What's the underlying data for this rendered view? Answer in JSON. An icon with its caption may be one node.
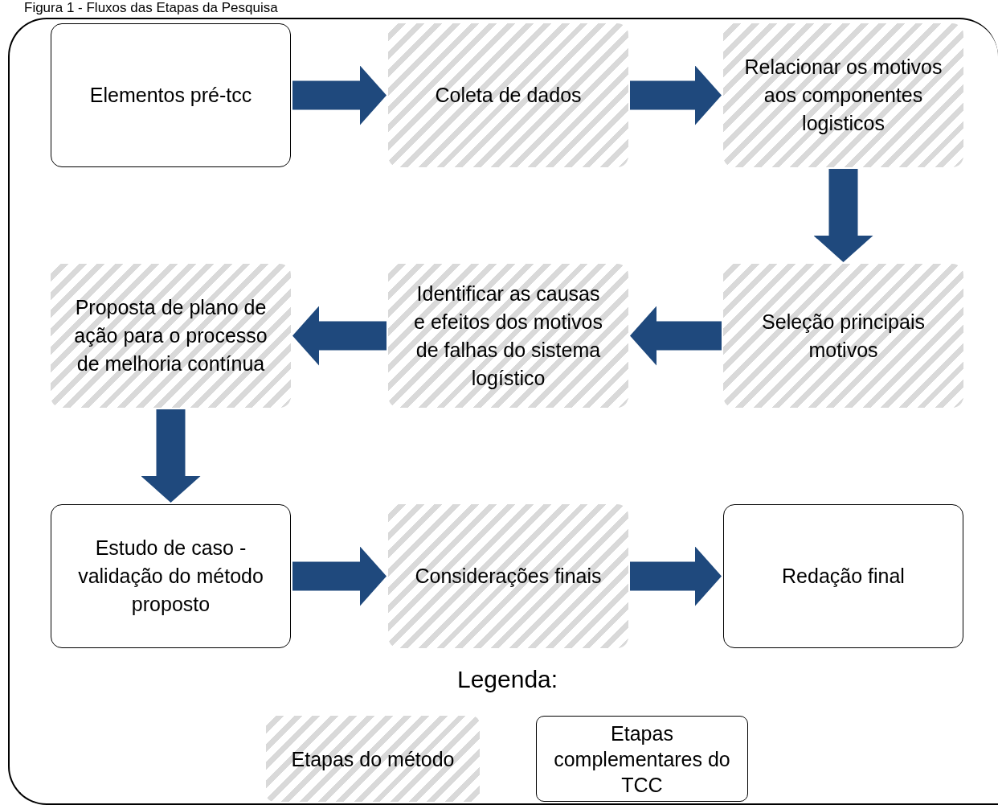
{
  "diagram": {
    "title": "Figura 1 - Fluxos das Etapas da Pesquisa",
    "nodes": [
      {
        "text": [
          "Elementos pré-tcc"
        ]
      },
      {
        "text": [
          "Coleta de dados"
        ]
      },
      {
        "text": [
          "Relacionar os motivos aos componentes logisticos"
        ]
      },
      {
        "text": [
          "Seleção principais motivos"
        ]
      },
      {
        "text": [
          "Identificar as causas e efeitos dos motivos de falhas do sistema logístico"
        ]
      },
      {
        "text": [
          "Proposta de plano de ação para o processo de melhoria contínua"
        ]
      },
      {
        "text": [
          "Estudo de caso - validação do método proposto"
        ]
      },
      {
        "text": [
          "Considerações finais"
        ]
      },
      {
        "text": [
          "Redação final"
        ]
      }
    ],
    "edges": [
      {
        "from": 0,
        "to": 1,
        "arrow": "to"
      },
      {
        "from": 1,
        "to": 2,
        "arrow": "to"
      },
      {
        "from": 2,
        "to": 3,
        "arrow": "to"
      },
      {
        "from": 3,
        "to": 4,
        "arrow": "to"
      },
      {
        "from": 4,
        "to": 5,
        "arrow": "to"
      },
      {
        "from": 5,
        "to": 6,
        "arrow": "to"
      },
      {
        "from": 6,
        "to": 7,
        "arrow": "to"
      },
      {
        "from": 7,
        "to": 8,
        "arrow": "to"
      }
    ],
    "labels": [
      "Legenda:"
    ],
    "legend": [
      {
        "text": "Etapas do método"
      },
      {
        "text": "Etapas complementares do TCC"
      }
    ]
  }
}
